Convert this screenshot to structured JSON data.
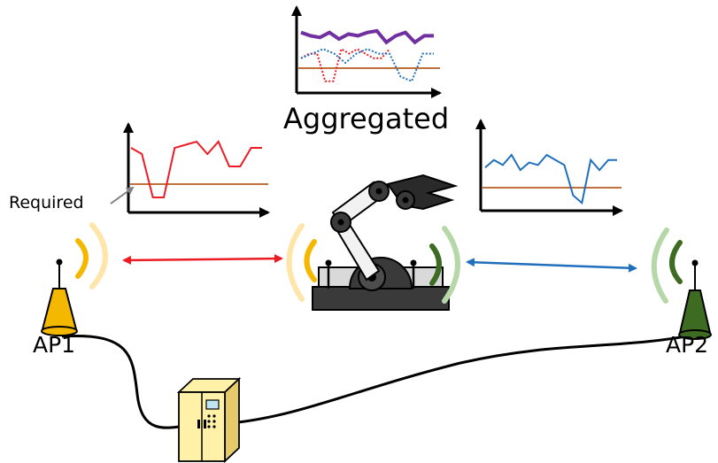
{
  "labels": {
    "aggregated": "Aggregated",
    "required": "Required",
    "ap1": "AP1",
    "ap2": "AP2"
  },
  "colors": {
    "ap1_link": "#ed1c24",
    "ap2_link": "#1f6fbd",
    "required_line": "#c0703a",
    "aggregated_line": "#7030a0",
    "ap1_body": "#f5b800",
    "ap2_body": "#3d6b21",
    "controller": "#fff2a8"
  },
  "charts": {
    "ap1": {
      "values": [
        9,
        8,
        1,
        1,
        9,
        9.5,
        10,
        8,
        10,
        6,
        6,
        9,
        9
      ]
    },
    "ap2": {
      "values": [
        7.5,
        9,
        8,
        10,
        7,
        8.5,
        8,
        10,
        9,
        8,
        2,
        0.5,
        9,
        7,
        9,
        9
      ]
    },
    "aggregated_combined": [
      9,
      8,
      7.5,
      9,
      7,
      8.5,
      8,
      9,
      9.5,
      6,
      8,
      9,
      6,
      8,
      8
    ],
    "aggregated_ap1": [
      6,
      7,
      7,
      1,
      1,
      8,
      7,
      8,
      7,
      6,
      6,
      8
    ],
    "aggregated_ap2": [
      6,
      7,
      8,
      7,
      5,
      7,
      8,
      7,
      7,
      2,
      1,
      7,
      7
    ]
  }
}
